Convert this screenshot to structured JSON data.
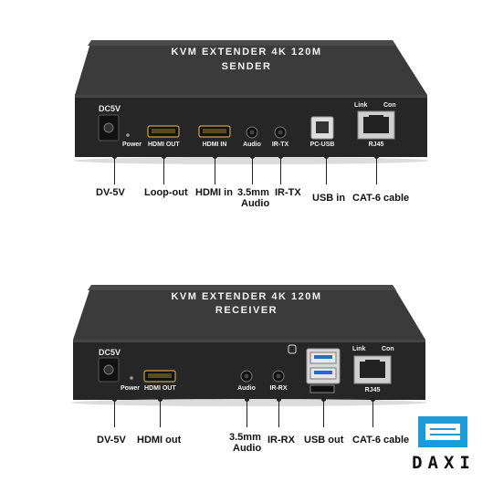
{
  "sender": {
    "top_line1": "KVM EXTENDER 4K 120M",
    "top_line2": "SENDER",
    "dc_label": "DC5V",
    "power_label": "Power",
    "hdmi_out_label": "HDMI OUT",
    "hdmi_in_label": "HDMI IN",
    "audio_label": "Audio",
    "irtx_label": "IR-TX",
    "pcusb_label": "PC-USB",
    "link_label": "Link",
    "con_label": "Con",
    "rj45_label": "RJ45",
    "callouts": {
      "dv5v": "DV-5V",
      "loopout": "Loop-out",
      "hdmiin": "HDMI in",
      "audio_1": "3.5mm",
      "audio_2": "Audio",
      "irtx": "IR-TX",
      "usbin": "USB in",
      "cat6": "CAT-6 cable"
    }
  },
  "receiver": {
    "top_line1": "KVM EXTENDER 4K 120M",
    "top_line2": "RECEIVER",
    "dc_label": "DC5V",
    "power_label": "Power",
    "hdmi_out_label": "HDMI OUT",
    "audio_label": "Audio",
    "irrx_label": "IR-RX",
    "link_label": "Link",
    "con_label": "Con",
    "rj45_label": "RJ45",
    "callouts": {
      "dv5v": "DV-5V",
      "hdmiout": "HDMI out",
      "audio_1": "3.5mm",
      "audio_2": "Audio",
      "irrx": "IR-RX",
      "usbout": "USB out",
      "cat6": "CAT-6 cable"
    }
  },
  "brand": {
    "name": "DAXI",
    "color": "#1e9bd7"
  },
  "colors": {
    "case_dark": "#2b2b2b",
    "case_top": "#3a3a3a",
    "text_light": "#f0f0f0"
  }
}
